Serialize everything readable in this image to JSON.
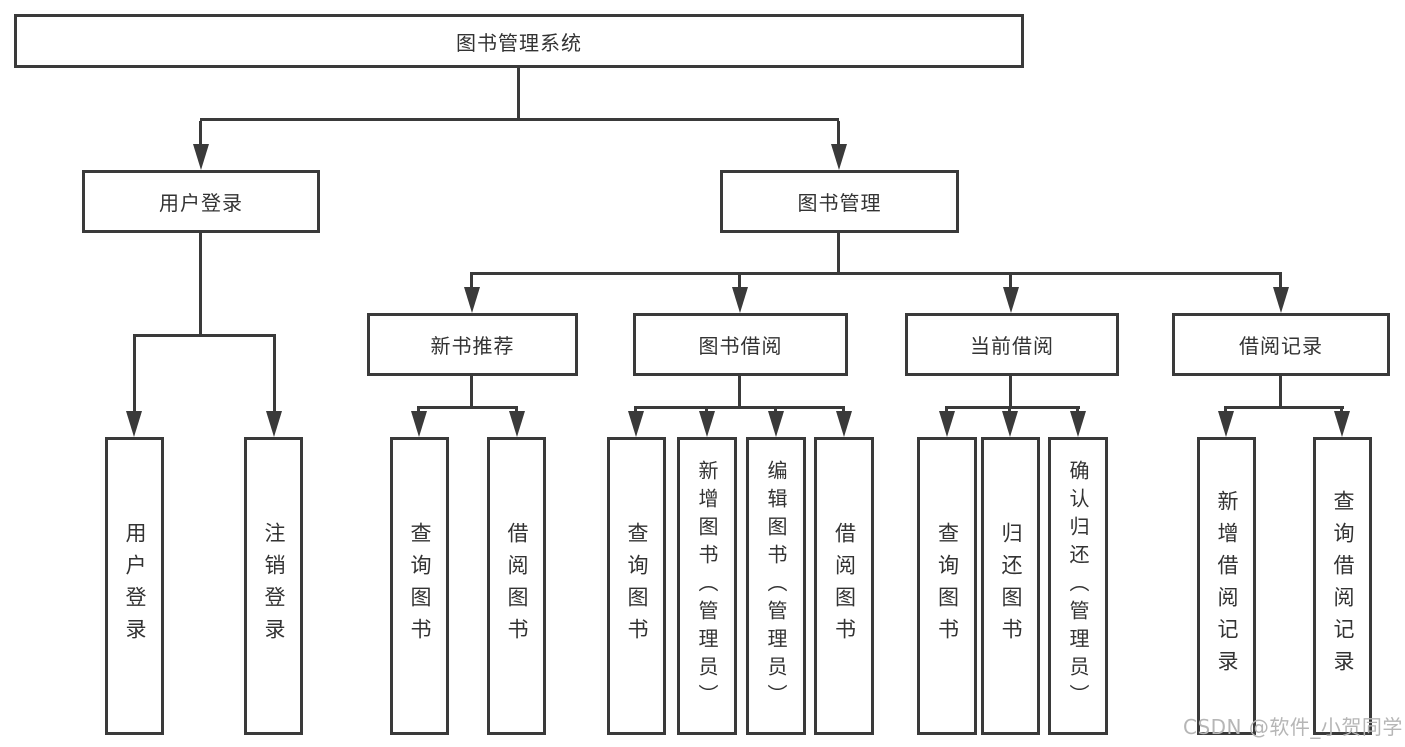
{
  "diagram": {
    "title": "图书管理系统",
    "nodes": {
      "root": "图书管理系统",
      "user_login": "用户登录",
      "book_management": "图书管理",
      "new_book_rec": "新书推荐",
      "book_borrowing": "图书借阅",
      "current_borrowing": "当前借阅",
      "borrowing_records": "借阅记录",
      "ul_user_login": "用户登录",
      "ul_logout": "注销登录",
      "nb_query_books": "查询图书",
      "nb_borrow_books": "借阅图书",
      "bb_query_books": "查询图书",
      "bb_add_books": "新增图书（管理员）",
      "bb_edit_books": "编辑图书（管理员）",
      "bb_borrow_books": "借阅图书",
      "cb_query_books": "查询图书",
      "cb_return_books": "归还图书",
      "cb_confirm_return": "确认归还（管理员）",
      "br_add_record": "新增借阅记录",
      "br_query_record": "查询借阅记录"
    },
    "watermark": "CSDN @软件_小贺同学",
    "colors": {
      "line": "#3a3a3a",
      "text": "#333333",
      "watermark": "#b6b6b6",
      "background": "#ffffff"
    }
  }
}
